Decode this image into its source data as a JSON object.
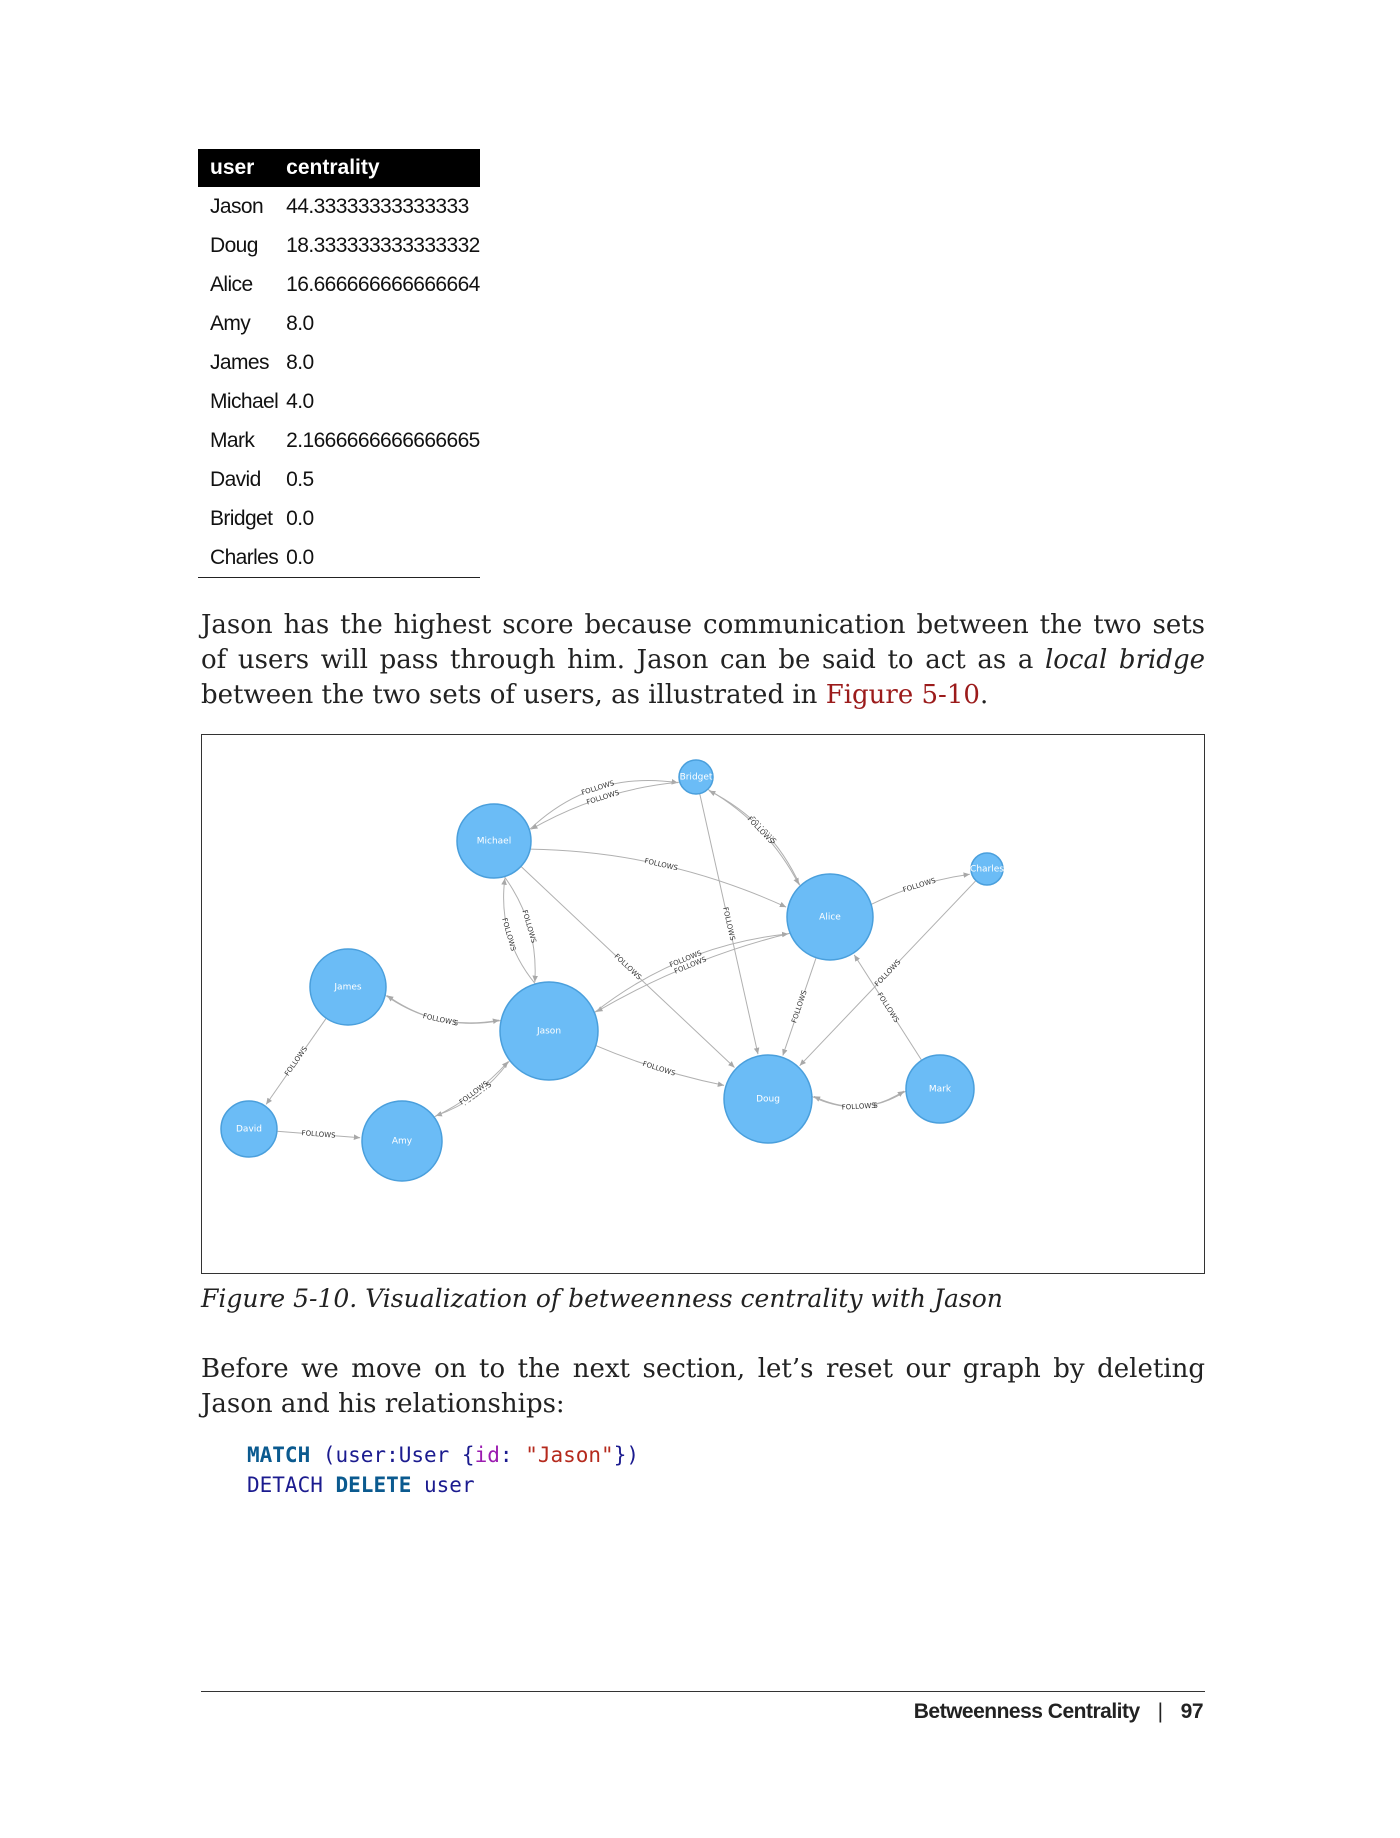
{
  "table": {
    "headers": [
      "user",
      "centrality"
    ],
    "rows": [
      [
        "Jason",
        "44.33333333333333"
      ],
      [
        "Doug",
        "18.333333333333332"
      ],
      [
        "Alice",
        "16.666666666666664"
      ],
      [
        "Amy",
        "8.0"
      ],
      [
        "James",
        "8.0"
      ],
      [
        "Michael",
        "4.0"
      ],
      [
        "Mark",
        "2.1666666666666665"
      ],
      [
        "David",
        "0.5"
      ],
      [
        "Bridget",
        "0.0"
      ],
      [
        "Charles",
        "0.0"
      ]
    ]
  },
  "paragraph1": {
    "part1": "Jason has the highest score because communication between the two sets of users will pass through him. Jason can be said to act as a ",
    "emphasis": "local bridge",
    "part2": " between the two sets of users, as illustrated in ",
    "xref": "Figure 5-10",
    "part3": "."
  },
  "figure": {
    "caption": "Figure 5-10. Visualization of betweenness centrality with Jason",
    "edge_label": "FOLLOWS",
    "node_color": "#6bbcf6",
    "nodes": [
      {
        "id": "Bridget"
      },
      {
        "id": "Michael"
      },
      {
        "id": "Charles"
      },
      {
        "id": "Alice"
      },
      {
        "id": "James"
      },
      {
        "id": "Jason"
      },
      {
        "id": "Doug"
      },
      {
        "id": "Mark"
      },
      {
        "id": "David"
      },
      {
        "id": "Amy"
      }
    ],
    "edges": [
      {
        "from": "Michael",
        "to": "Bridget"
      },
      {
        "from": "Bridget",
        "to": "Michael"
      },
      {
        "from": "Alice",
        "to": "Bridget"
      },
      {
        "from": "Bridget",
        "to": "Alice"
      },
      {
        "from": "Bridget",
        "to": "Doug"
      },
      {
        "from": "Michael",
        "to": "Alice"
      },
      {
        "from": "Michael",
        "to": "Jason"
      },
      {
        "from": "Jason",
        "to": "Michael"
      },
      {
        "from": "Michael",
        "to": "Doug"
      },
      {
        "from": "Alice",
        "to": "Charles"
      },
      {
        "from": "Alice",
        "to": "Jason"
      },
      {
        "from": "Jason",
        "to": "Alice"
      },
      {
        "from": "Alice",
        "to": "Doug"
      },
      {
        "from": "Charles",
        "to": "Doug"
      },
      {
        "from": "Mark",
        "to": "Alice"
      },
      {
        "from": "Jason",
        "to": "James"
      },
      {
        "from": "James",
        "to": "Jason"
      },
      {
        "from": "James",
        "to": "David"
      },
      {
        "from": "Jason",
        "to": "Doug"
      },
      {
        "from": "Jason",
        "to": "Amy"
      },
      {
        "from": "Amy",
        "to": "Jason"
      },
      {
        "from": "David",
        "to": "Amy"
      },
      {
        "from": "Mark",
        "to": "Doug"
      },
      {
        "from": "Doug",
        "to": "Mark"
      }
    ]
  },
  "paragraph2": "Before we move on to the next section, let’s reset our graph by deleting Jason and his relationships:",
  "code": {
    "line1": {
      "match": "MATCH",
      "a": " (user:User {",
      "prop": "id",
      "b": ": ",
      "str": "\"Jason\"",
      "c": "})"
    },
    "line2": {
      "detach": "DETACH",
      "sp": " ",
      "del": "DELETE",
      "rest": " user"
    }
  },
  "footer": {
    "section": "Betweenness Centrality",
    "separator": "|",
    "page": "97"
  }
}
